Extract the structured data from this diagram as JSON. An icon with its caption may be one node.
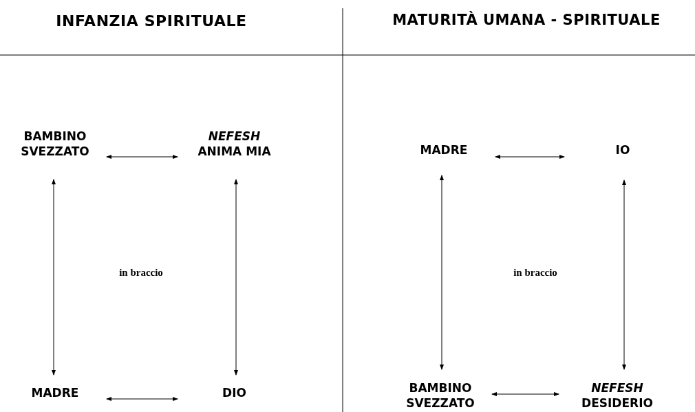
{
  "diagram": {
    "nodes": [
      {
        "text": [
          "BAMBINO SVEZZATO"
        ]
      },
      {
        "text": [
          "*NEFESH* ANIMA MIA"
        ]
      },
      {
        "text": [
          "MADRE"
        ]
      },
      {
        "text": [
          "DIO"
        ]
      },
      {
        "text": [
          "MADRE"
        ]
      },
      {
        "text": [
          "IO"
        ]
      },
      {
        "text": [
          "BAMBINO SVEZZATO"
        ]
      },
      {
        "text": [
          "*NEFESH* DESIDERIO"
        ]
      }
    ],
    "edges": [
      {
        "from": 0,
        "to": 1,
        "arrow": "both"
      },
      {
        "from": 0,
        "to": 2,
        "arrow": "both"
      },
      {
        "from": 1,
        "to": 3,
        "arrow": "both"
      },
      {
        "from": 2,
        "to": 3,
        "arrow": "both"
      },
      {
        "from": 4,
        "to": 5,
        "arrow": "both"
      },
      {
        "from": 4,
        "to": 6,
        "arrow": "both"
      },
      {
        "from": 5,
        "to": 7,
        "arrow": "both"
      },
      {
        "from": 6,
        "to": 7,
        "arrow": "both"
      }
    ],
    "labels": [
      "INFANZIA SPIRITUALE",
      "MATURITÀ UMANA - SPIRITUALE",
      "in braccio",
      "in braccio"
    ]
  }
}
